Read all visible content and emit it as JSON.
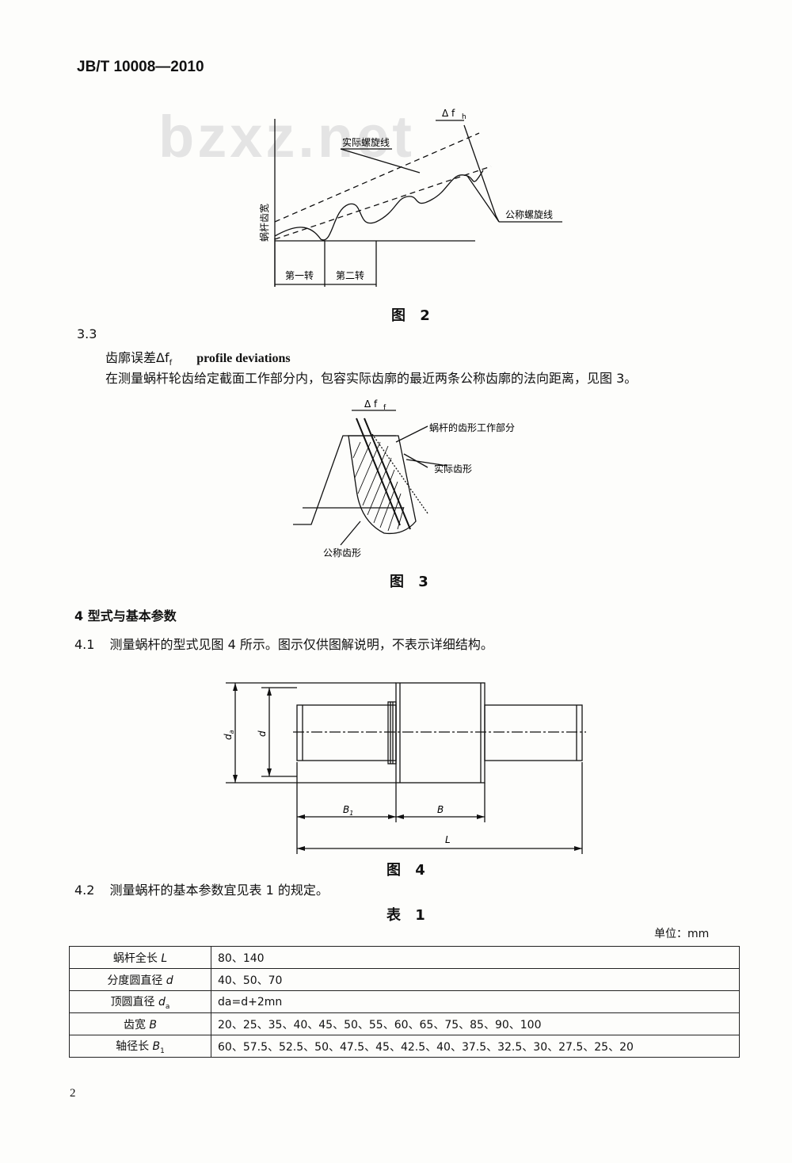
{
  "header": "JB/T 10008—2010",
  "watermark": "bzxz.net",
  "fig2": {
    "delta_label": "Δ f",
    "delta_sub": "h",
    "actual": "实际螺旋线",
    "nominal": "公称螺旋线",
    "yaxis": "蜗杆齿宽",
    "turn1": "第一转",
    "turn2": "第二转",
    "caption": "图 2"
  },
  "s33": {
    "number": "3.3",
    "term_zh": "齿廓误差Δf",
    "term_sub": "f",
    "term_en": "profile deviations",
    "definition": "在测量蜗杆轮齿给定截面工作部分内，包容实际齿廓的最近两条公称齿廓的法向距离，见图 3。"
  },
  "fig3": {
    "delta_label": "Δ f",
    "delta_sub": "f",
    "working": "蜗杆的齿形工作部分",
    "actual": "实际齿形",
    "nominal": "公称齿形",
    "caption": "图 3"
  },
  "s4": {
    "title": "4  型式与基本参数"
  },
  "s41": {
    "number": "4.1",
    "text": "测量蜗杆的型式见图 4 所示。图示仅供图解说明，不表示详细结构。"
  },
  "fig4": {
    "da": "d",
    "da_sub": "a",
    "d": "d",
    "B1": "B",
    "B1_sub": "1",
    "B": "B",
    "L": "L",
    "caption": "图 4"
  },
  "s42": {
    "number": "4.2",
    "text": "测量蜗杆的基本参数宜见表 1 的规定。"
  },
  "table1": {
    "caption": "表 1",
    "unit": "单位：mm",
    "rows": [
      {
        "label": "蜗杆全长",
        "sym": "L",
        "sub": "",
        "value": "80、140"
      },
      {
        "label": "分度圆直径",
        "sym": "d",
        "sub": "",
        "value": "40、50、70"
      },
      {
        "label": "顶圆直径",
        "sym": "d",
        "sub": "a",
        "value": "da=d+2mn"
      },
      {
        "label": "齿宽",
        "sym": "B",
        "sub": "",
        "value": "20、25、35、40、45、50、55、60、65、75、85、90、100"
      },
      {
        "label": "轴径长",
        "sym": "B",
        "sub": "1",
        "value": "60、57.5、52.5、50、47.5、45、42.5、40、37.5、32.5、30、27.5、25、20"
      }
    ]
  },
  "page_number": "2"
}
